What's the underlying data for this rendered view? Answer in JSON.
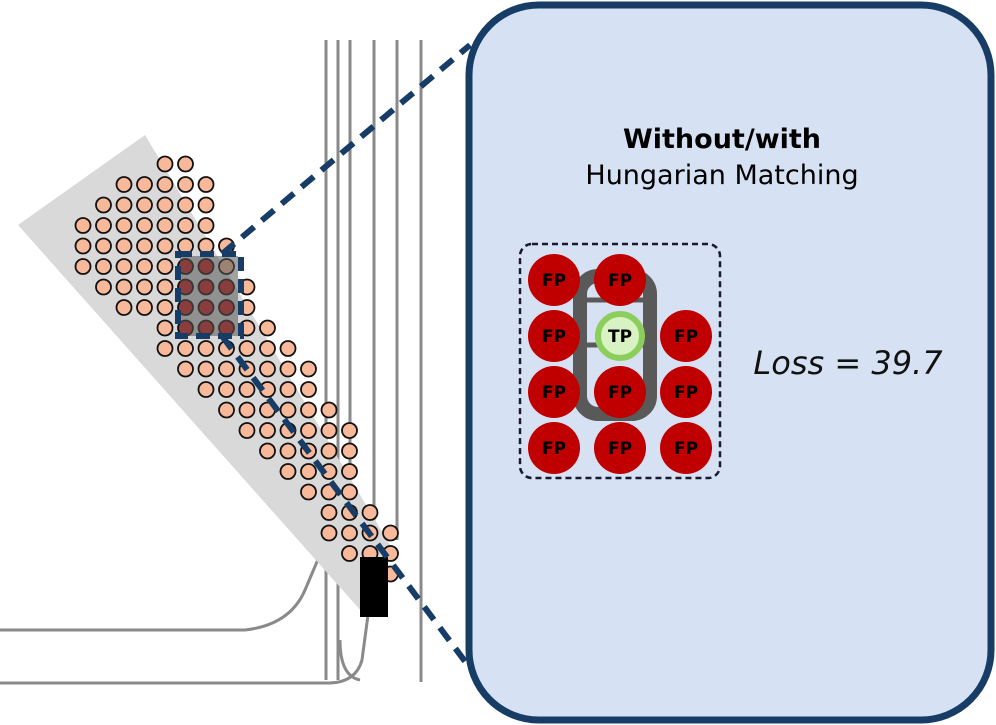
{
  "colors": {
    "panel_fill": "#d6e2f3",
    "panel_border": "#173c66",
    "fp_fill": "#c00000",
    "tp_fill": "#d9f2c4",
    "tp_border": "#8cce5c",
    "query_fill": "#f7b99a",
    "query_active_fill": "#c9201e",
    "corridor_fill": "#d9d9d9",
    "road_line": "#8a8a8a",
    "ego_vehicle": "#000000",
    "gt_vehicle": "#595959"
  },
  "panel": {
    "title_line1": "Without/with",
    "title_line2": "Hungarian Matching",
    "loss_text": "Loss = 39.7"
  },
  "detections": {
    "fp_label": "FP",
    "tp_label": "TP",
    "grid": [
      [
        "FP",
        "FP",
        ""
      ],
      [
        "FP",
        "TP",
        "FP"
      ],
      [
        "FP",
        "FP",
        "FP"
      ],
      [
        "FP",
        "FP",
        "FP"
      ]
    ]
  },
  "query_grid": {
    "description_counts": "anchor query points along predicted trajectory",
    "rows": [
      {
        "start": 6,
        "count": 2
      },
      {
        "start": 4,
        "count": 5
      },
      {
        "start": 3,
        "count": 6
      },
      {
        "start": 2,
        "count": 7
      },
      {
        "start": 2,
        "count": 8
      },
      {
        "start": 2,
        "count": 8
      },
      {
        "start": 3,
        "count": 8
      },
      {
        "start": 4,
        "count": 7
      },
      {
        "start": 6,
        "count": 6
      },
      {
        "start": 6,
        "count": 7
      },
      {
        "start": 7,
        "count": 7
      },
      {
        "start": 8,
        "count": 6
      },
      {
        "start": 9,
        "count": 6
      },
      {
        "start": 10,
        "count": 6
      },
      {
        "start": 11,
        "count": 5
      },
      {
        "start": 12,
        "count": 4
      },
      {
        "start": 13,
        "count": 3
      },
      {
        "start": 14,
        "count": 3
      },
      {
        "start": 14,
        "count": 4
      },
      {
        "start": 15,
        "count": 3
      },
      {
        "start": 16,
        "count": 2
      },
      {
        "start": 16,
        "count": 1
      }
    ]
  }
}
